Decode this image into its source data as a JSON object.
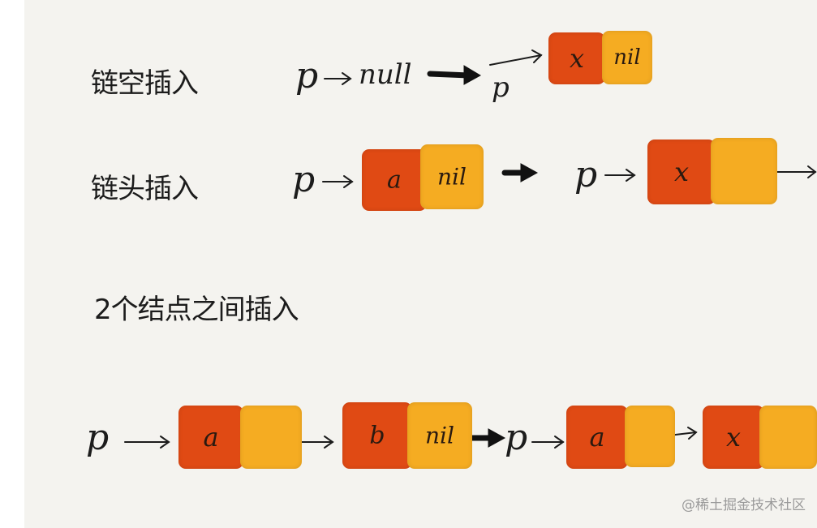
{
  "colors": {
    "background": "#f4f3ef",
    "data_field": "#e04a14",
    "next_field": "#f5ac22",
    "ink": "#1c1c1c"
  },
  "rows": {
    "empty_list": {
      "label": "链空插入",
      "before": {
        "pointer": "p",
        "value": "null"
      },
      "after": {
        "pointer": "p",
        "node": {
          "data": "x",
          "next": "nil"
        }
      }
    },
    "head_insert": {
      "label": "链头插入",
      "before": {
        "pointer": "p",
        "node": {
          "data": "a",
          "next": "nil"
        }
      },
      "after": {
        "pointer": "p",
        "node": {
          "data": "x",
          "next": ""
        }
      }
    },
    "between_insert": {
      "label": "2个结点之间插入",
      "before": {
        "pointer": "p",
        "nodes": [
          {
            "data": "a",
            "next": ""
          },
          {
            "data": "b",
            "next": "nil"
          }
        ]
      },
      "after": {
        "pointer": "p",
        "nodes": [
          {
            "data": "a",
            "next": ""
          },
          {
            "data": "x",
            "next": ""
          }
        ]
      }
    }
  },
  "watermark": "@稀土掘金技术社区"
}
